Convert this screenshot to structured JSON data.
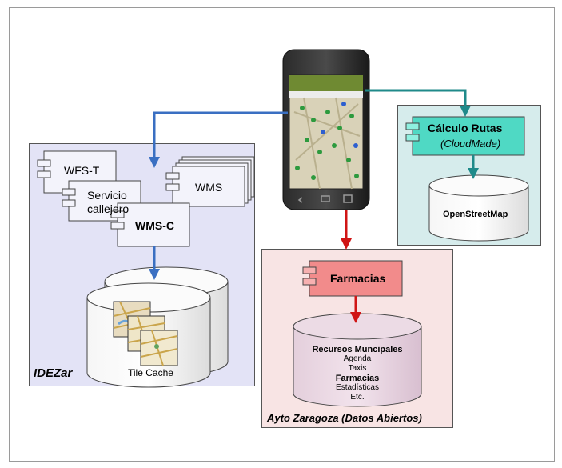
{
  "regions": {
    "idezar": "IDEZar",
    "ayto": "Ayto Zaragoza (Datos Abiertos)"
  },
  "components": {
    "wfst": "WFS-T",
    "servicio_line1": "Servicio",
    "servicio_line2": "callejero",
    "wms": "WMS",
    "wmsc": "WMS-C",
    "farmacias": "Farmacias",
    "calculo_rutas": "Cálculo Rutas",
    "cloudmade": "(CloudMade)"
  },
  "datastores": {
    "tile_cache": "Tile Cache",
    "osm": "OpenStreetMap",
    "recursos": {
      "title": "Recursos Muncipales",
      "items": [
        "Agenda",
        "Taxis"
      ],
      "bold_item": "Farmacias",
      "items2": [
        "Estadísticas",
        "Etc."
      ]
    }
  },
  "colors": {
    "blue_arrow": "#3a6fc2",
    "red_arrow": "#d01515",
    "teal_arrow": "#1f8a8a",
    "farmacias_fill": "#f28b8b",
    "calculo_fill": "#4fd9c4"
  }
}
